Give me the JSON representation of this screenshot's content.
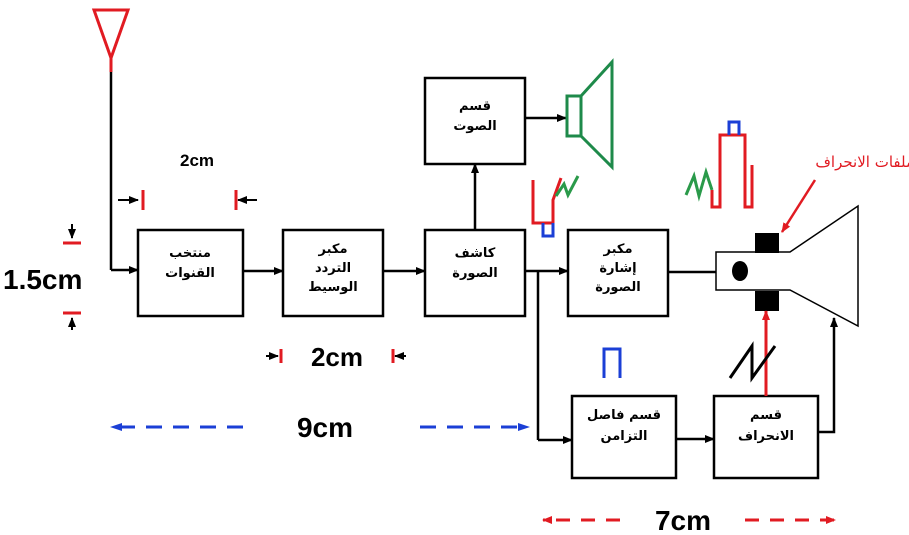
{
  "blocks": {
    "channel_selector": [
      "منتخب",
      "القنوات"
    ],
    "if_amplifier": [
      "مكبر",
      "التردد",
      "الوسيط"
    ],
    "video_detector": [
      "كاشف",
      "الصورة"
    ],
    "sound_section": [
      "قسم",
      "الصوت"
    ],
    "video_amplifier": [
      "مكبر",
      "إشارة",
      "الصورة"
    ],
    "sync_separator": [
      "قسم فاصل",
      "التزامن"
    ],
    "deflection_section": [
      "قسم",
      "الانحراف"
    ]
  },
  "deflection_coils_label": "ملفات الانحراف",
  "dimensions": {
    "gap": "2cm",
    "block_gap": "2cm",
    "block_height": "1.5cm",
    "total_width": "9cm",
    "lower_width": "7cm"
  },
  "colors": {
    "arrow": "#000000",
    "antenna": "#e11b22",
    "marker": "#e11b22",
    "dash_blue": "#1b3fd6",
    "dash_red": "#e11b22",
    "speaker": "#1e8a4a",
    "signal_red": "#e11b22",
    "signal_green": "#2a9a4a",
    "signal_blue": "#1b3fd6"
  }
}
